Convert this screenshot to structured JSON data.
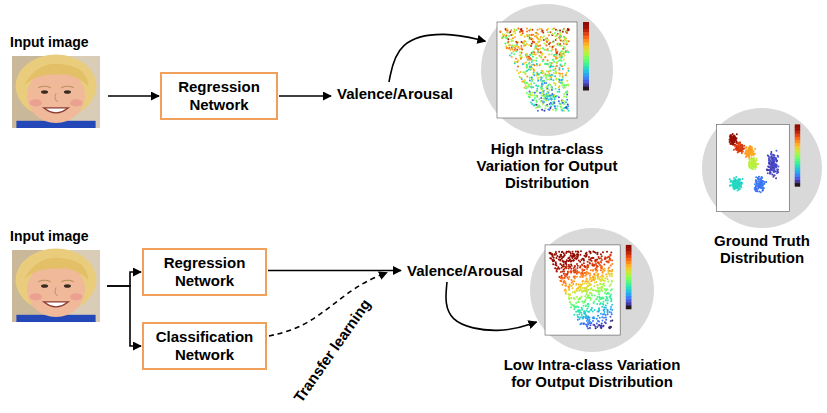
{
  "diagram": {
    "nodes": [
      {
        "text": [
          "Input image"
        ]
      },
      {
        "text": [
          "Regression Network"
        ]
      },
      {
        "text": [
          "Valence/Arousal"
        ]
      },
      {
        "text": [
          "High Intra-class Variation for Output Distribution"
        ]
      },
      {
        "text": [
          "Ground Truth Distribution"
        ]
      },
      {
        "text": [
          "Input image"
        ]
      },
      {
        "text": [
          "Regression Network"
        ]
      },
      {
        "text": [
          "Classification Network"
        ]
      },
      {
        "text": [
          "Valence/Arousal"
        ]
      },
      {
        "text": [
          "Low Intra-class Variation for Output Distribution"
        ]
      }
    ],
    "edges": [
      {
        "from": 0,
        "to": 1,
        "arrow": "to"
      },
      {
        "from": 1,
        "to": 2,
        "arrow": "to"
      },
      {
        "from": 2,
        "to": 3,
        "arrow": "to"
      },
      {
        "from": 5,
        "to": 6,
        "arrow": "to"
      },
      {
        "from": 5,
        "to": 7,
        "arrow": "to"
      },
      {
        "from": 6,
        "to": 8,
        "arrow": "to"
      },
      {
        "from": 7,
        "to": 8,
        "label": "Transfer learning",
        "arrow": "to"
      },
      {
        "from": 8,
        "to": 9,
        "arrow": "to"
      }
    ]
  }
}
